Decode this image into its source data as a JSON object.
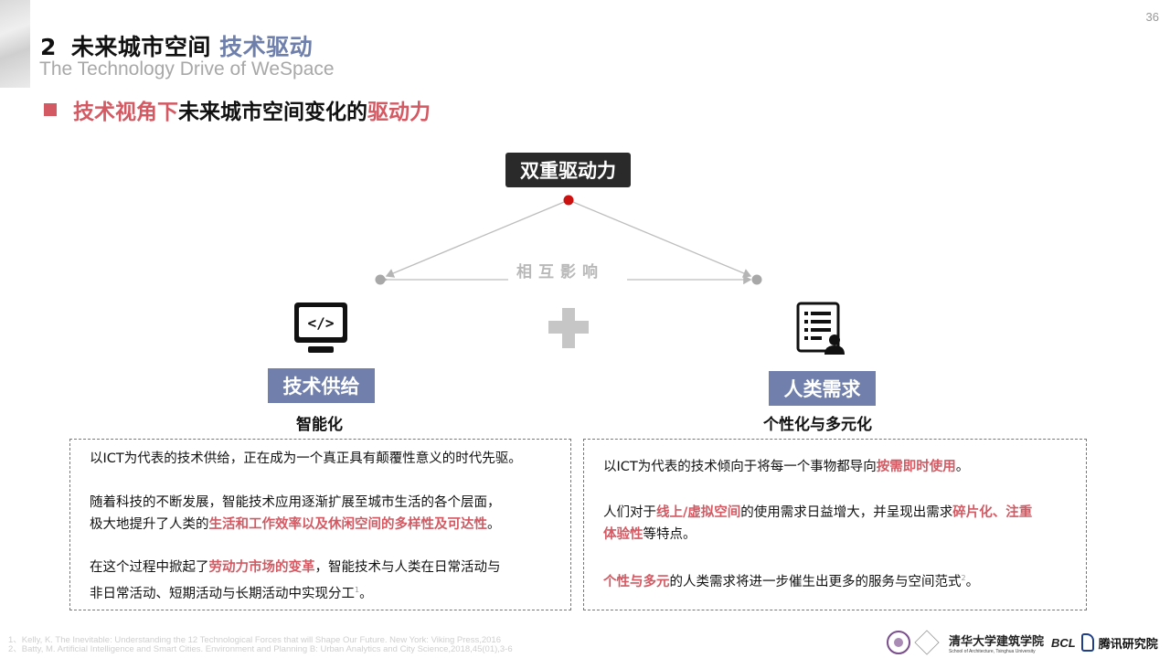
{
  "page_number": "36",
  "title": {
    "number": "2",
    "dark": "未来城市空间",
    "accent": "技术驱动"
  },
  "subtitle": "The Technology Drive of WeSpace",
  "section": {
    "red1": "技术视角下",
    "black": "未来城市空间变化的",
    "red2": "驱动力"
  },
  "diagram": {
    "top_label": "双重驱动力",
    "mutual_label": "相互影响",
    "left": {
      "tag": "技术供给",
      "sub": "智能化",
      "icon": "code-monitor-icon"
    },
    "right": {
      "tag": "人类需求",
      "sub": "个性化与多元化",
      "icon": "document-user-icon"
    },
    "connector_icon": "plus-icon"
  },
  "left_box": {
    "p1": "以ICT为代表的技术供给，正在成为一个真正具有颠覆性意义的时代先驱。",
    "p2_line1": "随着科技的不断发展，智能技术应用逐渐扩展至城市生活的各个层面，",
    "p2_line2_pre": "极大地提升了人类的",
    "p2_line2_hl": "生活和工作效率以及休闲空间的多样性及可达性",
    "p2_line2_post": "。",
    "p3_line1_pre": "在这个过程中掀起了",
    "p3_line1_hl": "劳动力市场的变革",
    "p3_line1_post": "，智能技术与人类在日常活动与",
    "p3_line2": "非日常活动、短期活动与长期活动中实现分工",
    "p3_sup": "1",
    "p3_end": "。"
  },
  "right_box": {
    "p1_pre": "以ICT为代表的技术倾向于将每一个事物都导向",
    "p1_hl": "按需即时使用",
    "p1_post": "。",
    "p2_line1_pre": "人们对于",
    "p2_line1_hl": "线上/虚拟空间",
    "p2_line1_mid": "的使用需求日益增大，并呈现出需求",
    "p2_line1_hl2": "碎片化、注重",
    "p2_line2_hl": "体验性",
    "p2_line2_post": "等特点。",
    "p3_hl": "个性与多元",
    "p3_post": "的人类需求将进一步催生出更多的服务与空间范式",
    "p3_sup": "2",
    "p3_end": "。"
  },
  "references": [
    "1、Kelly, K. The Inevitable: Understanding the 12 Technological Forces that will Shape Our Future. New York: Viking Press,2016",
    "2、Batty, M. Artificial Intelligence and Smart Cities. Environment and Planning B: Urban Analytics and City Science,2018,45(01),3-6"
  ],
  "logos": {
    "tsinghua_cn": "清华大学建筑学院",
    "tsinghua_en": "School of Architecture, Tsinghua University",
    "bcl": "BCL",
    "tencent": "腾讯研究院"
  },
  "colors": {
    "accent_red": "#d35962",
    "accent_blue": "#707fac",
    "dark_box": "#2a2a2a"
  }
}
